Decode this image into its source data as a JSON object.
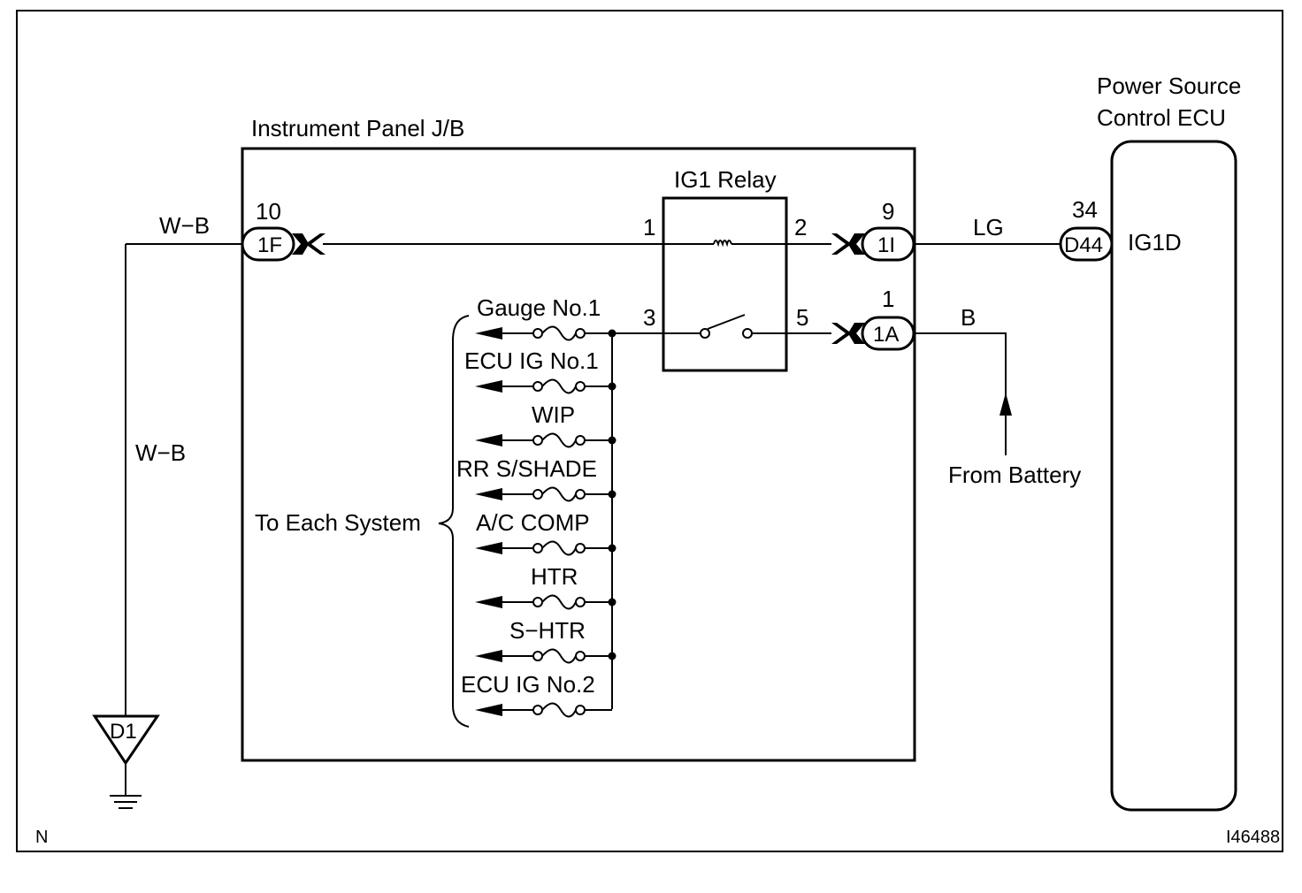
{
  "figure_code": "I46488",
  "corner_mark": "N",
  "instrument_panel_jb": {
    "title": "Instrument Panel J/B"
  },
  "relay": {
    "label": "IG1 Relay",
    "pin1": "1",
    "pin2": "2",
    "pin3": "3",
    "pin5": "5"
  },
  "ecu": {
    "title_line1": "Power Source",
    "title_line2": "Control ECU",
    "terminal": "IG1D"
  },
  "connectors": {
    "c_1f": {
      "code": "1F",
      "pin": "10"
    },
    "c_1i": {
      "code": "1I",
      "pin": "9"
    },
    "c_1a": {
      "code": "1A",
      "pin": "1"
    },
    "c_d44": {
      "code": "D44",
      "pin": "34"
    }
  },
  "wires": {
    "wb_top": "W−B",
    "wb_side": "W−B",
    "lg": "LG",
    "b": "B"
  },
  "ground": {
    "code": "D1"
  },
  "battery_label": "From Battery",
  "to_each_system": "To Each System",
  "fuses": [
    "Gauge No.1",
    "ECU IG No.1",
    "WIP",
    "RR S/SHADE",
    "A/C COMP",
    "HTR",
    "S−HTR",
    "ECU IG No.2"
  ]
}
